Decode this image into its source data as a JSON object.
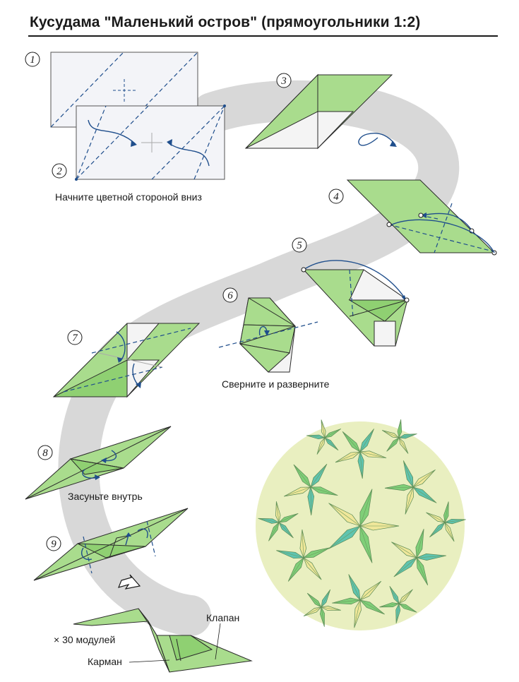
{
  "title": "Кусудама \"Маленький остров\" (прямоугольники 1:2)",
  "steps": [
    {
      "number": "1"
    },
    {
      "number": "2"
    },
    {
      "number": "3"
    },
    {
      "number": "4"
    },
    {
      "number": "5"
    },
    {
      "number": "6"
    },
    {
      "number": "7"
    },
    {
      "number": "8"
    },
    {
      "number": "9"
    }
  ],
  "captions": {
    "start": "Начните цветной стороной вниз",
    "fold_unfold": "Сверните и разверните",
    "tuck_inside": "Засуньте внутрь",
    "modules": "× 30 модулей",
    "pocket": "Карман",
    "flap": "Клапан"
  },
  "colors": {
    "paper_green": "#a9dc8d",
    "paper_back": "#f4f4f4",
    "fold_line_blue": "#1f4e8c",
    "path_band_gray": "#d8d8d8",
    "kusudama_yellow": "#efe79a",
    "kusudama_green": "#7fcf78",
    "kusudama_teal": "#5fc4b0"
  }
}
